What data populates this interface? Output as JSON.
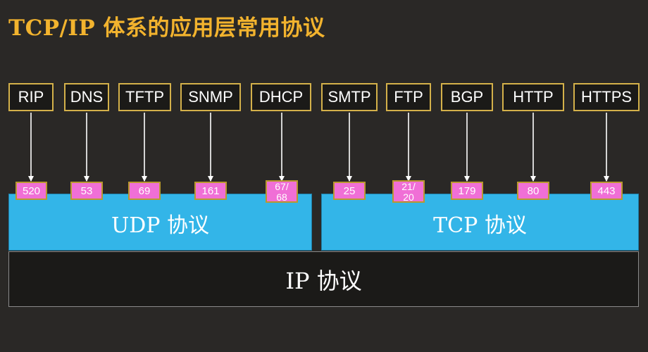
{
  "title": "TCP/IP 体系的应用层常用协议",
  "layers": {
    "udp": "UDP 协议",
    "tcp": "TCP 协议",
    "ip": "IP 协议"
  },
  "protocols": [
    {
      "name": "RIP",
      "port": "520"
    },
    {
      "name": "DNS",
      "port": "53"
    },
    {
      "name": "TFTP",
      "port": "69"
    },
    {
      "name": "SNMP",
      "port": "161"
    },
    {
      "name": "DHCP",
      "port": "67/\n68"
    },
    {
      "name": "SMTP",
      "port": "25"
    },
    {
      "name": "FTP",
      "port": "21/\n20"
    },
    {
      "name": "BGP",
      "port": "179"
    },
    {
      "name": "HTTP",
      "port": "80"
    },
    {
      "name": "HTTPS",
      "port": "443"
    }
  ],
  "colors": {
    "title": "#f2b32e",
    "transport_layer": "#33b5e8",
    "port_badge": "#f06fd6",
    "box_border": "#d4b14a"
  }
}
